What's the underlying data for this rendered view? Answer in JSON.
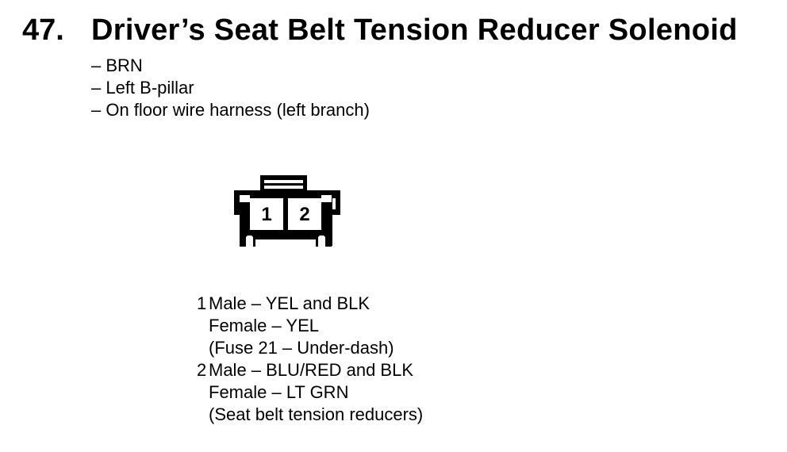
{
  "document": {
    "item_number": "47.",
    "title": "Driver’s Seat Belt Tension Reducer Solenoid",
    "details": [
      "– BRN",
      "– Left B-pillar",
      "– On floor wire harness (left branch)"
    ]
  },
  "connector": {
    "description": "2-cavity connector, front view, lock tab on top",
    "cavity_labels": [
      "1",
      "2"
    ]
  },
  "pins": [
    {
      "number": "1",
      "lines": [
        "Male – YEL and BLK",
        "Female – YEL",
        "(Fuse 21 – Under-dash)"
      ]
    },
    {
      "number": "2",
      "lines": [
        "Male – BLU/RED and BLK",
        "Female – LT GRN",
        "(Seat belt tension reducers)"
      ]
    }
  ],
  "colors": {
    "ink": "#000000",
    "paper": "#ffffff"
  }
}
